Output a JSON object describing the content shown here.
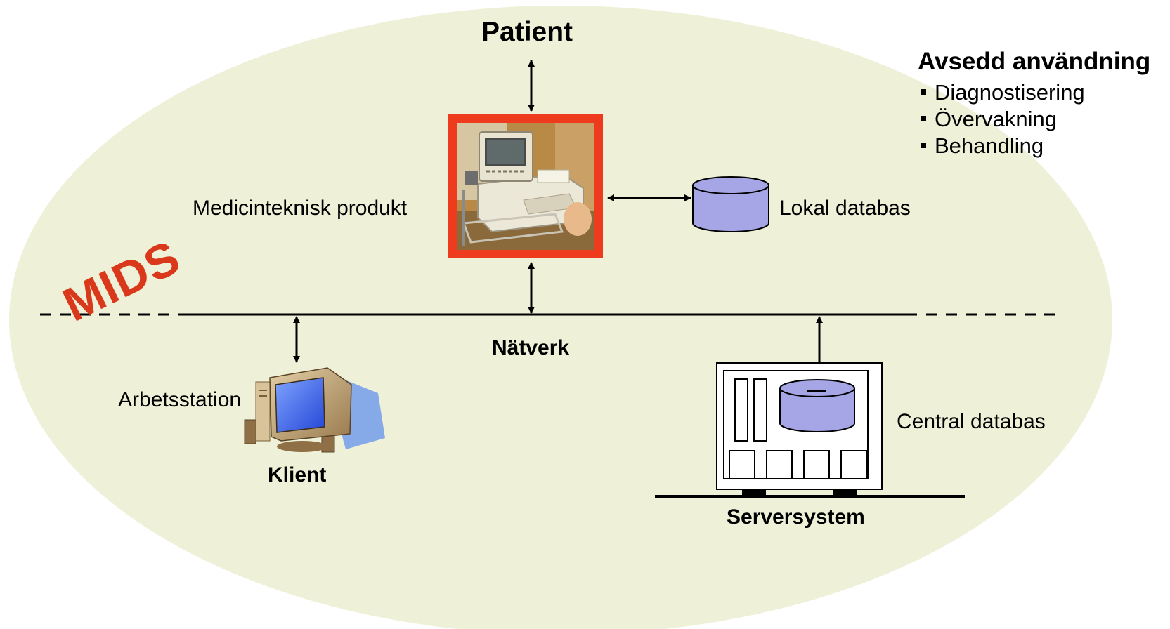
{
  "diagram": {
    "patient_label": "Patient",
    "intended_use": {
      "title": "Avsedd användning",
      "items": [
        "Diagnostisering",
        "Övervakning",
        "Behandling"
      ]
    },
    "medical_device_label": "Medicinteknisk produkt",
    "local_db_label": "Lokal databas",
    "network_label": "Nätverk",
    "mids_label": "MIDS",
    "workstation_label": "Arbetsstation",
    "client_label": "Klient",
    "central_db_label": "Central databas",
    "server_label": "Serversystem"
  },
  "colors": {
    "ellipse_fill": "#eef1d8",
    "device_frame": "#ee3a1d",
    "database_fill": "#a6a6e6",
    "mids_text": "#d9381a",
    "monitor_screen": "#3f6cf0",
    "monitor_shadow": "#86a9e8",
    "line": "#000000"
  },
  "icons": [
    "medical-device-photo",
    "database-cylinder-icon",
    "workstation-computer-icon",
    "server-cabinet-icon"
  ]
}
